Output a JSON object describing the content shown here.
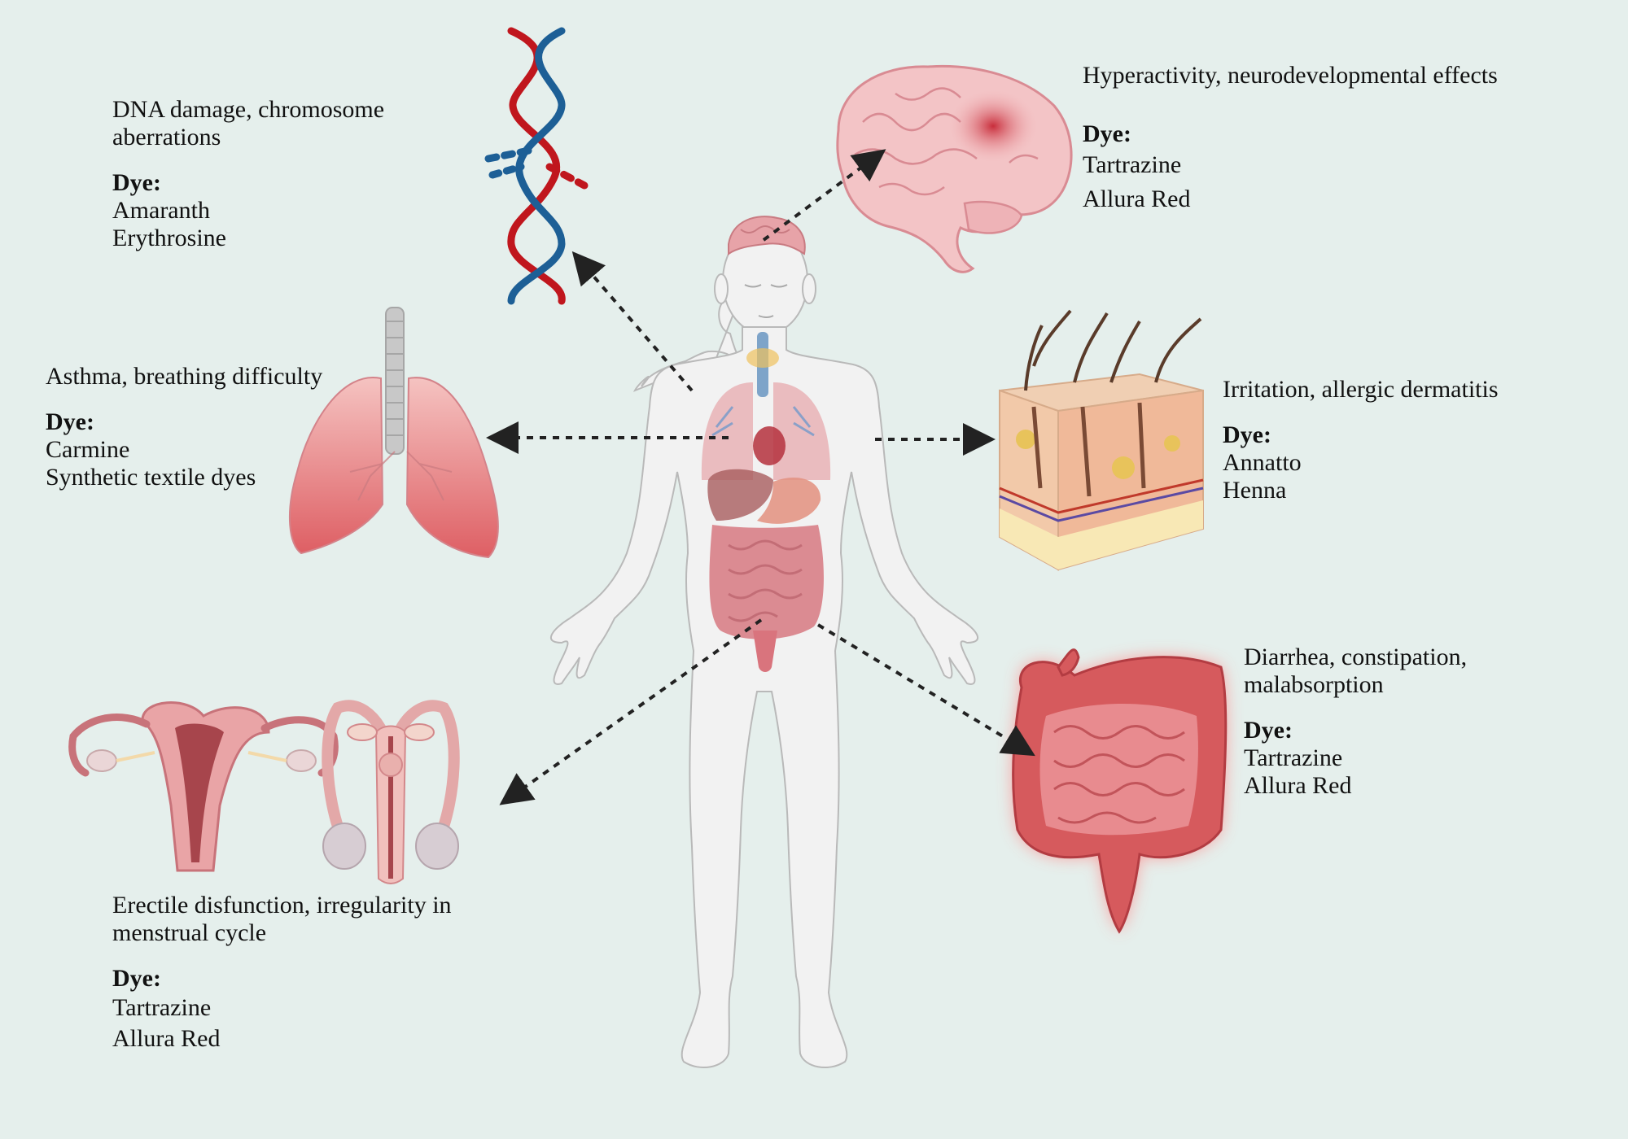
{
  "panels": {
    "dna": {
      "effect_lines": [
        "DNA damage, chromosome",
        "aberrations"
      ],
      "dye_label": "Dye:",
      "dyes": [
        "Amaranth",
        "Erythrosine"
      ]
    },
    "brain": {
      "effect_lines": [
        "Hyperactivity,  neurodevelopmental effects"
      ],
      "dye_label": "Dye:",
      "dyes": [
        "Tartrazine",
        "Allura Red"
      ]
    },
    "lungs": {
      "effect_lines": [
        "Asthma, breathing difficulty"
      ],
      "dye_label": "Dye:",
      "dyes": [
        "Carmine",
        "Synthetic textile dyes"
      ]
    },
    "skin": {
      "effect_lines": [
        "Irritation,  allergic dermatitis"
      ],
      "dye_label": "Dye:",
      "dyes": [
        "Annatto",
        "Henna"
      ]
    },
    "intestine": {
      "effect_lines": [
        "Diarrhea, constipation,",
        "malabsorption"
      ],
      "dye_label": "Dye:",
      "dyes": [
        "Tartrazine",
        "Allura Red"
      ]
    },
    "reproductive": {
      "effect_lines": [
        "Erectile disfunction, irregularity in",
        "menstrual cycle"
      ],
      "dye_label": "Dye:",
      "dyes": [
        "Tartrazine",
        "Allura Red"
      ]
    }
  },
  "colors": {
    "background": "#e5efec",
    "dna_red": "#c0161d",
    "dna_blue": "#1d5f96",
    "organ_pink": "#e8a4a6",
    "lung_red": "#d9545e",
    "intestine_red": "#d65a5d",
    "arrow": "#222222"
  }
}
